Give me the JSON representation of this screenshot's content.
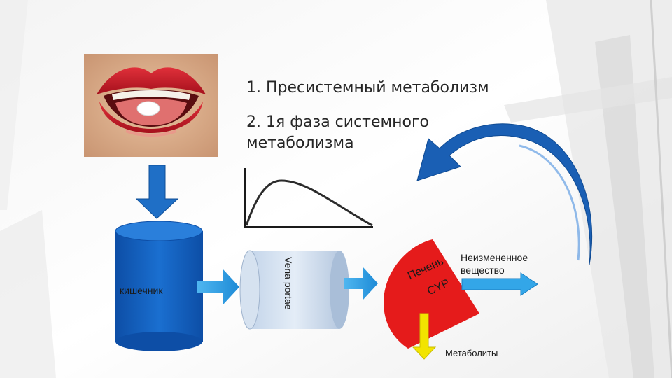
{
  "title": {
    "line1": "1. Пресистемный метаболизм",
    "line2": "2. 1я фаза системного метаболизма"
  },
  "diagram": {
    "intestine_label": "кишечник",
    "vena_label": "Vena portae",
    "liver_label": "Печень",
    "cyp_label": "CYP",
    "unchanged_label_1": "Неизмененное",
    "unchanged_label_2": "вещество",
    "metabolites_label": "Метаболиты"
  },
  "colors": {
    "cylinder_blue": "#1565c0",
    "arrow_blue": "#1f6fc6",
    "return_arrow_blue": "#1a5fb4",
    "liver_red": "#e51b1b",
    "metabolite_yellow": "#f2e400",
    "light_cyan_arrow": "#33a6e8"
  }
}
